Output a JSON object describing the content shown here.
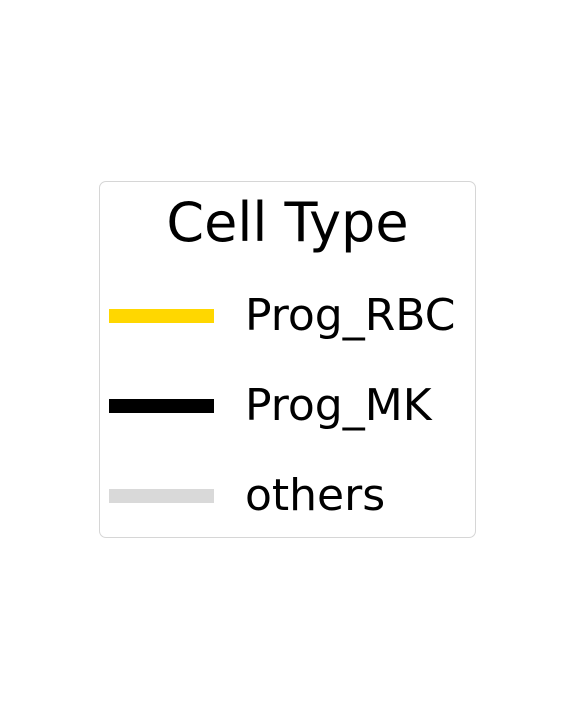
{
  "chart_data": {
    "type": "legend",
    "title": "Cell Type",
    "entries": [
      {
        "label": "Prog_RBC",
        "color": "#FFD700"
      },
      {
        "label": "Prog_MK",
        "color": "#000000"
      },
      {
        "label": "others",
        "color": "#D9D9D9"
      }
    ]
  }
}
